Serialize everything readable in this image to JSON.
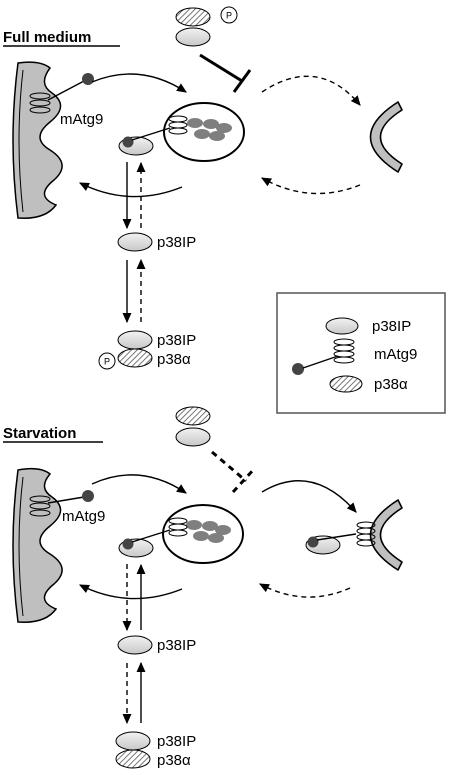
{
  "panels": {
    "full": {
      "title": "Full medium"
    },
    "starv": {
      "title": "Starvation"
    }
  },
  "labels": {
    "matg9": "mAtg9",
    "p38ip": "p38IP",
    "p38a": "p38α",
    "phospho": "P"
  },
  "legend": {
    "items": [
      {
        "symbol": "p38IP",
        "label": "p38IP"
      },
      {
        "symbol": "mAtg9",
        "label": "mAtg9"
      },
      {
        "symbol": "p38a",
        "label": "p38α"
      }
    ]
  },
  "colors": {
    "grey_protein": "#d9d9d9",
    "membrane": "#bfbfbf",
    "dot": "#444444",
    "vesicle": "#7f7f7f"
  }
}
